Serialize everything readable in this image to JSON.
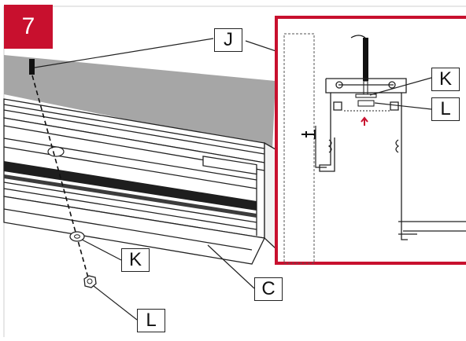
{
  "step": {
    "number": "7"
  },
  "colors": {
    "accent": "#c8102e",
    "panel": "#a6a6a6",
    "line": "#222222"
  },
  "callouts": {
    "j": "J",
    "k_main": "K",
    "l_main": "L",
    "c": "C",
    "k_detail": "K",
    "l_detail": "L"
  }
}
